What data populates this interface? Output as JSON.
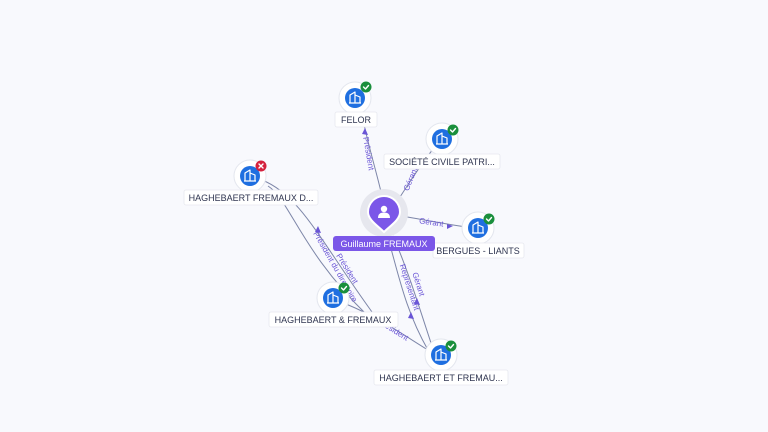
{
  "graph": {
    "person": {
      "name": "Guillaume FREMAUX",
      "icon": "person-icon",
      "color": "#7b57e8"
    },
    "companies": [
      {
        "key": "felor",
        "name": "FELOR",
        "status": "active",
        "icon": "building-icon"
      },
      {
        "key": "scp",
        "name": "SOCIÉTÉ CIVILE PATRI...",
        "status": "active",
        "icon": "building-icon"
      },
      {
        "key": "bergues",
        "name": "BERGUES - LIANTS",
        "status": "active",
        "icon": "building-icon"
      },
      {
        "key": "hfd",
        "name": "HAGHEBAERT FREMAUX D...",
        "status": "closed",
        "icon": "building-icon"
      },
      {
        "key": "hf",
        "name": "HAGHEBAERT & FREMAUX",
        "status": "active",
        "icon": "building-icon"
      },
      {
        "key": "hetf",
        "name": "HAGHEBAERT ET FREMAU...",
        "status": "active",
        "icon": "building-icon"
      }
    ],
    "relations": [
      {
        "from": "person",
        "to": "felor",
        "label": "Président"
      },
      {
        "from": "person",
        "to": "scp",
        "label": "Gérant"
      },
      {
        "from": "person",
        "to": "bergues",
        "label": "Gérant"
      },
      {
        "from": "person",
        "to": "hetf",
        "label": "Gérant"
      },
      {
        "from": "person",
        "to": "hetf",
        "label": "Représentant"
      },
      {
        "from": "hfd",
        "to": "hf",
        "label": "Président"
      },
      {
        "from": "hfd",
        "to": "hf",
        "label": "Président du directoire"
      },
      {
        "from": "hf",
        "to": "hetf",
        "label": "Président"
      }
    ],
    "colors": {
      "company_fill": "#1f6fe0",
      "status_active": "#1a8f3c",
      "status_closed": "#d4213d",
      "edge": "#7d86a8",
      "edge_label": "#6a55d6"
    }
  }
}
